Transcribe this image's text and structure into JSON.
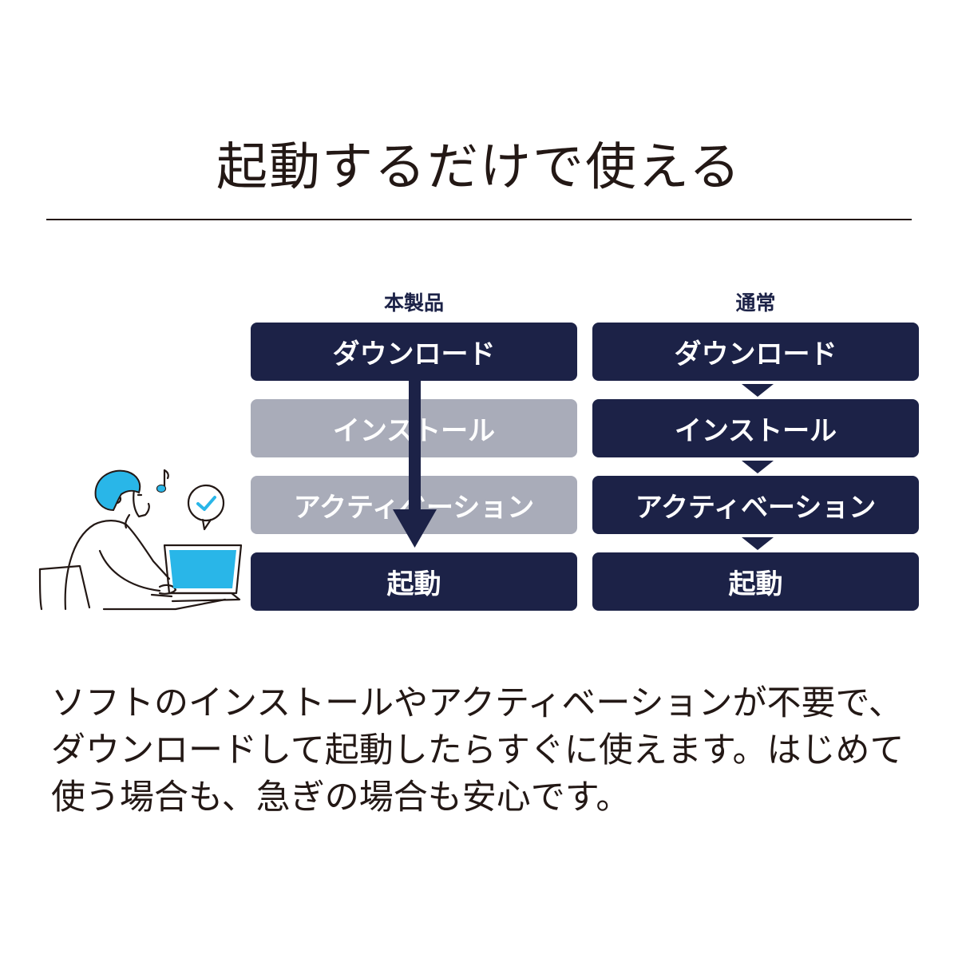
{
  "title": "起動するだけで使える",
  "columns": {
    "product": {
      "heading": "本製品",
      "steps": [
        "ダウンロード",
        "インストール",
        "アクティベーション",
        "起動"
      ]
    },
    "normal": {
      "heading": "通常",
      "steps": [
        "ダウンロード",
        "インストール",
        "アクティベーション",
        "起動"
      ]
    }
  },
  "description": "ソフトのインストールやアクティベーションが不要で、ダウンロードして起動したらすぐに使えます。はじめて使う場合も、急ぎの場合も安心です。",
  "colors": {
    "navy": "#1c2247",
    "skipped_gray": "#a9acb9",
    "accent_cyan": "#29b6e8",
    "text": "#231815"
  }
}
